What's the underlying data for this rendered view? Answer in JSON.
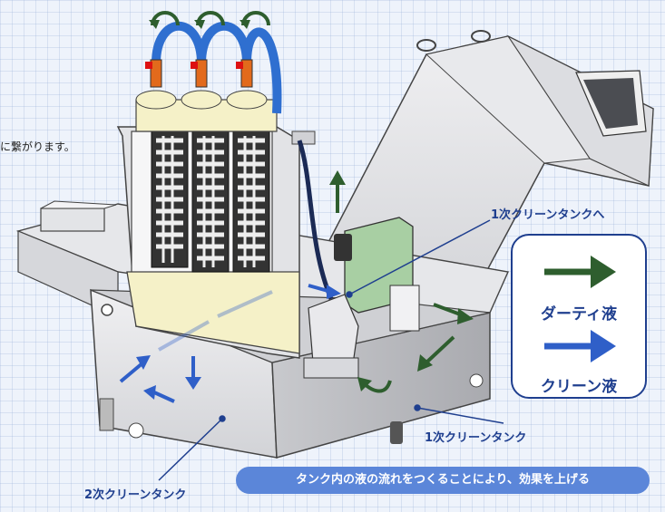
{
  "partial_text": "に繋がります。",
  "labels": {
    "to_primary": "1次クリーンタンクへ",
    "primary_tank": "1次クリーンタンク",
    "secondary_tank": "2次クリーンタンク"
  },
  "legend": {
    "dirty": "ダーティ液",
    "clean": "クリーン液"
  },
  "banner": "タンク内の液の流れをつくることにより、効果を上げる",
  "colors": {
    "dirty_arrow": "#2e5e2e",
    "clean_arrow": "#2f5fc8",
    "label": "#1f3f8f",
    "banner": "#5b86d9"
  }
}
